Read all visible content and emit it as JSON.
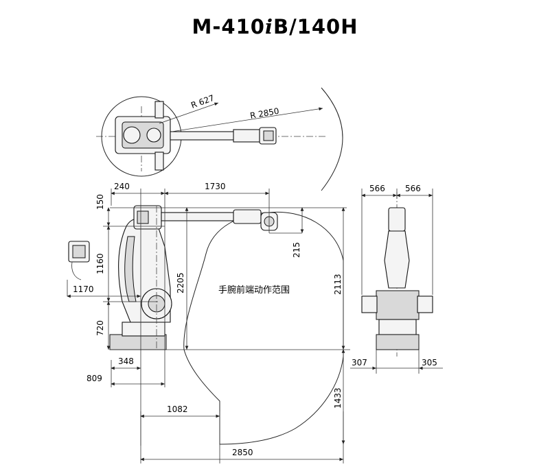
{
  "title": {
    "prefix": "M-410",
    "italic": "i",
    "suffix": "B/140H"
  },
  "top_view": {
    "r_small": "R 627",
    "r_large": "R 2850"
  },
  "side_view": {
    "dim_top_left": "240",
    "dim_top_reach": "1730",
    "dim_150": "150",
    "dim_1160": "1160",
    "dim_1170": "1170",
    "dim_720": "720",
    "dim_2205": "2205",
    "dim_215": "215",
    "dim_2113": "2113",
    "dim_1433": "1433",
    "dim_348": "348",
    "dim_809": "809",
    "dim_1082": "1082",
    "dim_2850": "2850",
    "work_area_label": "手腕前端动作范围"
  },
  "front_view": {
    "dim_left_width": "566",
    "dim_right_width": "566",
    "dim_base_left": "307",
    "dim_base_right": "305"
  }
}
